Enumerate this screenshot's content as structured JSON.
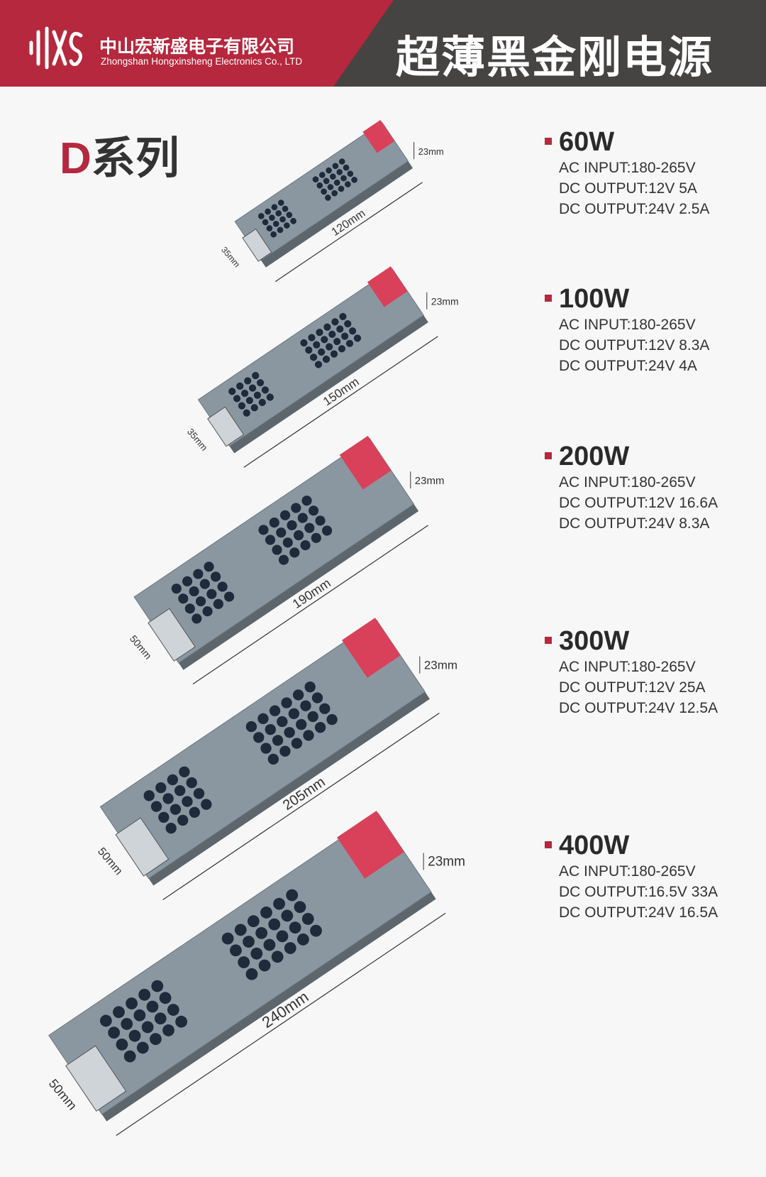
{
  "header": {
    "company_cn": "中山宏新盛电子有限公司",
    "company_en": "Zhongshan Hongxinsheng Electronics Co., LTD",
    "logo_text": "HXS",
    "title": "超薄黑金刚电源"
  },
  "series": {
    "letter": "D",
    "label": "系列"
  },
  "products": [
    {
      "power": "60W",
      "ac": "AC INPUT:180-265V",
      "dc1": "DC OUTPUT:12V 5A",
      "dc2": "DC OUTPUT:24V 2.5A",
      "length": "120mm",
      "width": "35mm",
      "height": "23mm"
    },
    {
      "power": "100W",
      "ac": "AC INPUT:180-265V",
      "dc1": "DC OUTPUT:12V 8.3A",
      "dc2": "DC OUTPUT:24V 4A",
      "length": "150mm",
      "width": "35mm",
      "height": "23mm"
    },
    {
      "power": "200W",
      "ac": "AC INPUT:180-265V",
      "dc1": "DC OUTPUT:12V 16.6A",
      "dc2": "DC OUTPUT:24V 8.3A",
      "length": "190mm",
      "width": "50mm",
      "height": "23mm"
    },
    {
      "power": "300W",
      "ac": "AC INPUT:180-265V",
      "dc1": "DC OUTPUT:12V 25A",
      "dc2": "DC OUTPUT:24V 12.5A",
      "length": "205mm",
      "width": "50mm",
      "height": "23mm"
    },
    {
      "power": "400W",
      "ac": "AC INPUT:180-265V",
      "dc1": "DC OUTPUT:16.5V 33A",
      "dc2": "DC OUTPUT:24V 16.5A",
      "length": "240mm",
      "width": "50mm",
      "height": "23mm"
    }
  ],
  "colors": {
    "brand_red": "#b5283d",
    "header_dark": "#454443",
    "case_gray": "#7d8a94"
  }
}
